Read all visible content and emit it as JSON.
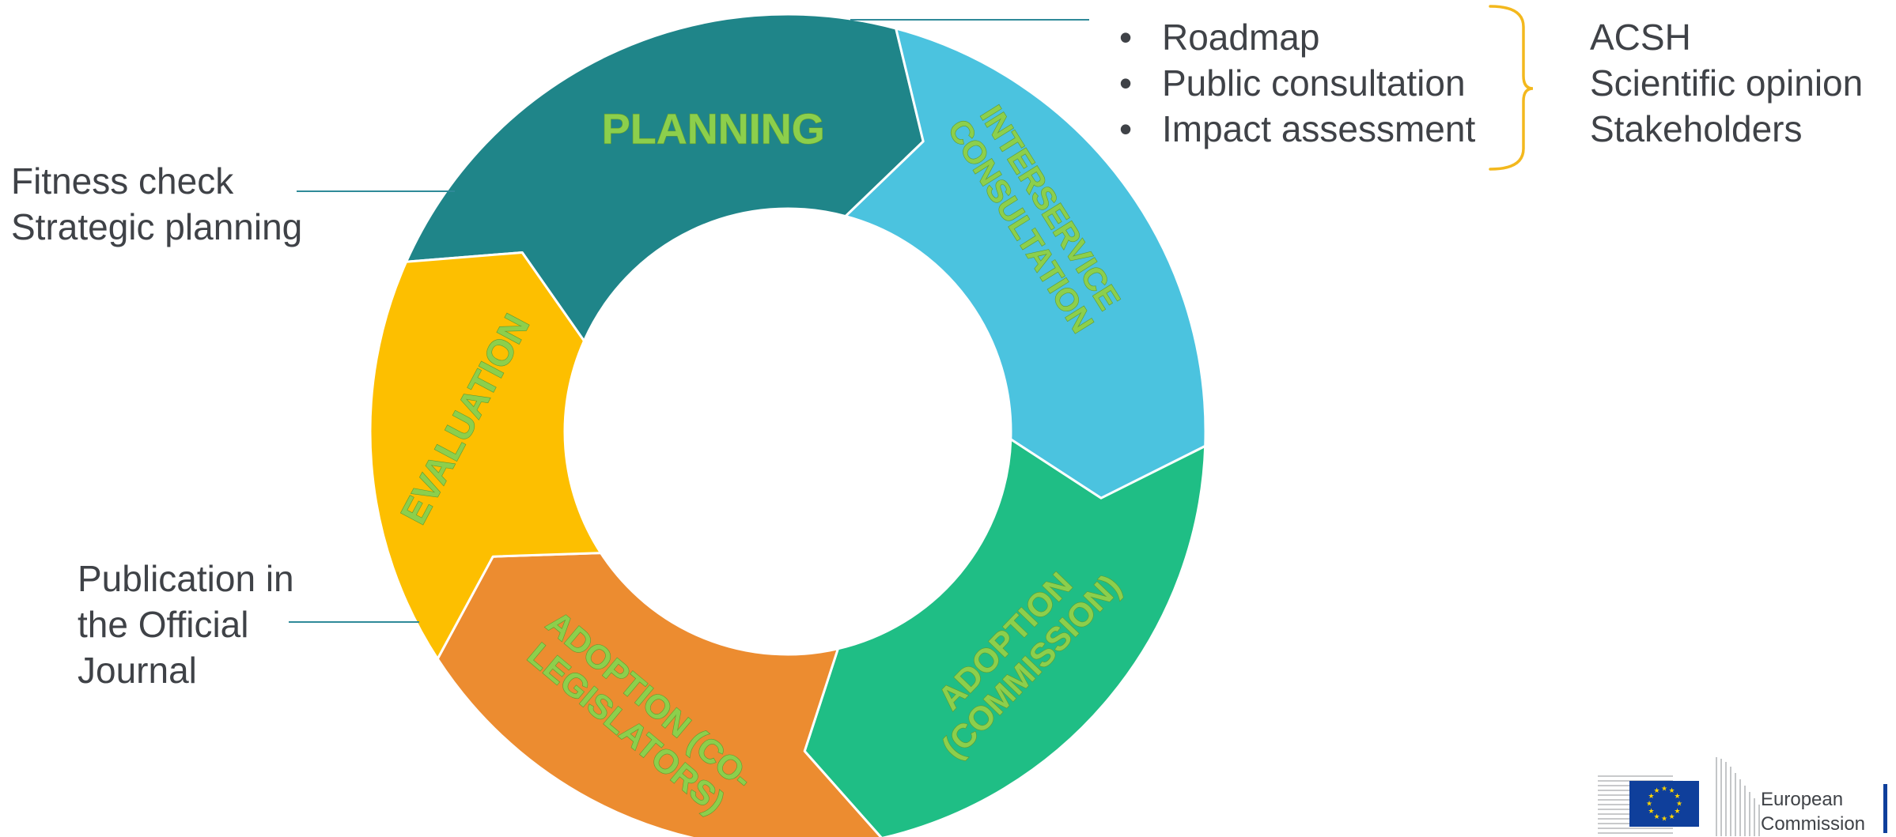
{
  "segments": [
    {
      "id": "planning",
      "label_lines": [
        "PLANNING"
      ],
      "color": "#1f8589"
    },
    {
      "id": "interservice",
      "label_lines": [
        "INTERSERVICE",
        "CONSULTATION"
      ],
      "color": "#4bc3df"
    },
    {
      "id": "adoption-commission",
      "label_lines": [
        "ADOPTION",
        "(COMMISSION)"
      ],
      "color": "#1fbe85"
    },
    {
      "id": "adoption-co-legislators",
      "label_lines": [
        "ADOPTION (CO-",
        "LEGISLATORS)"
      ],
      "color": "#ec8c30"
    },
    {
      "id": "evaluation",
      "label_lines": [
        "EVALUATION"
      ],
      "color": "#fdbf00"
    }
  ],
  "annotations": {
    "planning_steps": [
      "Roadmap",
      "Public consultation",
      "Impact assessment"
    ],
    "planning_inputs": [
      "ACSH",
      "Scientific opinion",
      "Stakeholders"
    ],
    "evaluation_notes": [
      "Fitness check",
      "Strategic planning"
    ],
    "publication_note": [
      "Publication in",
      "the Official",
      "Journal"
    ]
  },
  "logo": {
    "text_lines": [
      "European",
      "Commission"
    ],
    "flag_color": "#0f3f9b",
    "star_color": "#ffd500"
  },
  "colors": {
    "text": "#3f4247",
    "label_fill": "#8ccf4c",
    "connector": "#2f8a99",
    "brace": "#f3b81d"
  }
}
